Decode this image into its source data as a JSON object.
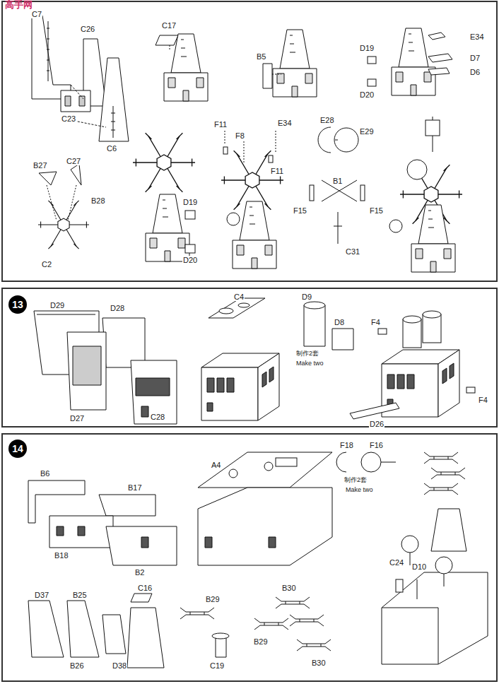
{
  "diagram": {
    "nodes": [
      {
        "text": [
          "13"
        ]
      },
      {
        "text": [
          "14"
        ]
      }
    ],
    "labels": [
      "高手网",
      "C7",
      "C26",
      "C17",
      "B5",
      "E34",
      "D19",
      "D7",
      "D6",
      "D20",
      "C23",
      "C6",
      "B27",
      "C27",
      "B28",
      "C2",
      "D19",
      "D20",
      "F11",
      "F8",
      "E34",
      "F11",
      "E28",
      "E29",
      "B1",
      "F15",
      "F15",
      "C31",
      "C4",
      "D9",
      "D8",
      "制作2套",
      "Make two",
      "F4",
      "F4",
      "D26",
      "D29",
      "D28",
      "D27",
      "C28",
      "B6",
      "B17",
      "B18",
      "B2",
      "A4",
      "F18",
      "F16",
      "制作2套",
      "Make two",
      "C24",
      "D10",
      "D37",
      "B25",
      "C16",
      "B29",
      "B30",
      "B26",
      "D38",
      "B29",
      "C19",
      "B30"
    ]
  }
}
